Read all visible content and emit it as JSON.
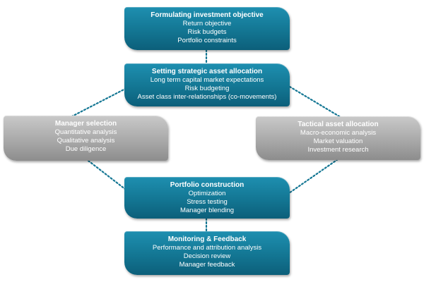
{
  "nodes": {
    "objective": {
      "title": "Formulating investment objective",
      "items": [
        "Return objective",
        "Risk budgets",
        "Portfolio constraints"
      ]
    },
    "strategic": {
      "title": "Setting strategic asset allocation",
      "items": [
        "Long term capital market expectations",
        "Risk budgeting",
        "Asset class inter-relationships (co-movements)"
      ]
    },
    "manager": {
      "title": "Manager selection",
      "items": [
        "Quantitative analysis",
        "Qualitative analysis",
        "Due diligence"
      ]
    },
    "tactical": {
      "title": "Tactical asset allocation",
      "items": [
        "Macro-economic analysis",
        "Market valuation",
        "Investment research"
      ]
    },
    "construction": {
      "title": "Portfolio construction",
      "items": [
        "Optimization",
        "Stress testing",
        "Manager blending"
      ]
    },
    "monitoring": {
      "title": "Monitoring & Feedback",
      "items": [
        "Performance and attribution analysis",
        "Decision review",
        "Manager feedback"
      ]
    }
  },
  "colors": {
    "teal": "#137693",
    "grey": "#a9a9a9",
    "connector": "#137693"
  }
}
